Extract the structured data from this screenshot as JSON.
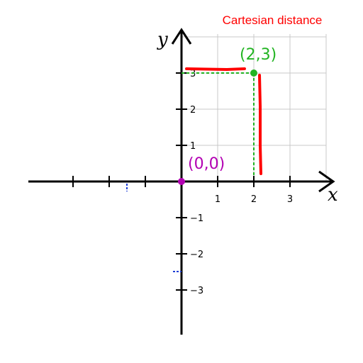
{
  "caption": "Cartesian distance",
  "axes": {
    "x_name": "x",
    "y_name": "y",
    "x_tick_labels": [
      "1",
      "2",
      "3"
    ],
    "y_tick_labels_pos": [
      "1",
      "2",
      "3"
    ],
    "y_tick_labels_neg": [
      "−1",
      "−2",
      "−3"
    ]
  },
  "points": {
    "origin": {
      "label": "(0,0)",
      "x": 0,
      "y": 0
    },
    "target": {
      "label": "(2,3)",
      "x": 2,
      "y": 3
    }
  },
  "colors": {
    "caption": "#ff0000",
    "origin": "#b300b3",
    "target": "#22b422",
    "distance_strokes": "#ff0000",
    "grid": "#c8c8c8",
    "axis": "#000000",
    "blue_marks": "#1f3fd6"
  }
}
